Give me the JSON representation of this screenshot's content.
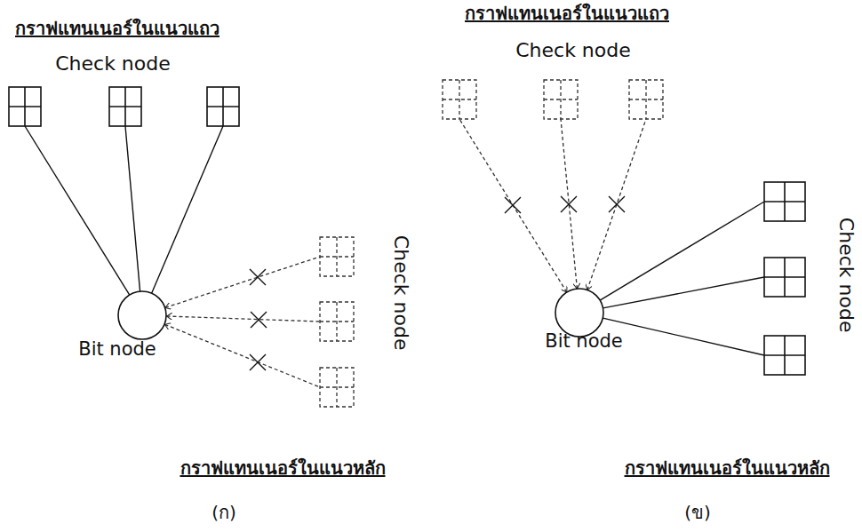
{
  "diagram": {
    "nodes": [
      {
        "text": [
          "Bit node"
        ]
      },
      {
        "text": [
          "Bit node"
        ]
      }
    ],
    "labels": [
      "กราฟแทนเนอร์ในแนวแถว",
      "Check node",
      "Check node",
      "กราฟแทนเนอร์ในแนวหลัก",
      "(ก)",
      "กราฟแทนเนอร์ในแนวแถว",
      "Check node",
      "Check node",
      "กราฟแทนเนอร์ในแนวหลัก",
      "(ข)"
    ]
  }
}
